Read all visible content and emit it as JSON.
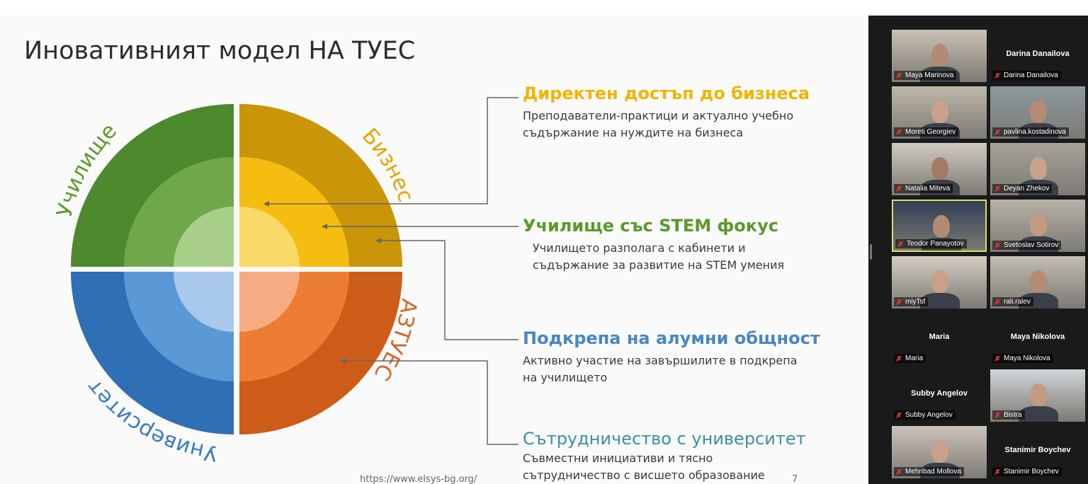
{
  "slide": {
    "title": "Иновативният модел НА ТУЕС",
    "quadrants": [
      "Училище",
      "Бизнес",
      "Университет",
      "АЗТУЕС"
    ],
    "features": [
      {
        "title": "Директен достъп до бизнеса",
        "lines": [
          "Преподаватели-практици и актуално учебно",
          "съдържание на нуждите на бизнеса"
        ],
        "color": "#f0b400"
      },
      {
        "title": "Училище със STEM фокус",
        "lines": [
          "Училището разполага с кабинети и",
          "съдържание за развитие на STEM умения"
        ],
        "color": "#5a9a2c"
      },
      {
        "title": "Подкрепа на алумни общност",
        "lines": [
          "Активно участие на завършилите в подкрепа",
          "на училището"
        ],
        "color": "#4a86c1"
      },
      {
        "title": "Сътрудничество с университет",
        "lines": [
          "Съвместни инициативи и тясно",
          "сътрудничество с висшето образование"
        ],
        "color": "#3d8fa6"
      }
    ],
    "url": "https://www.elsys-bg.org/",
    "page_number": "7",
    "colors": {
      "green": [
        "#4d8a2e",
        "#6ea84a",
        "#a9cf8a"
      ],
      "yellow": [
        "#c9960a",
        "#f5bd10",
        "#fbd968"
      ],
      "blue": [
        "#2f6fb5",
        "#5b98d6",
        "#a8c8ec"
      ],
      "orange": [
        "#cc5c18",
        "#ed7d33",
        "#f5ac83"
      ]
    }
  },
  "participants": [
    {
      "name": "Maya Marinova",
      "video": true
    },
    {
      "name": "Darina Danailova",
      "video": false,
      "display": "Darina Danailova"
    },
    {
      "name": "Moreti Georgiev",
      "video": true
    },
    {
      "name": "pavlina.kostadinova",
      "video": true
    },
    {
      "name": "Natalia Miteva",
      "video": true
    },
    {
      "name": "Deyan Zhekov",
      "video": true
    },
    {
      "name": "Teodor Panayotov",
      "video": true,
      "active": true
    },
    {
      "name": "Svetoslav Sotirov",
      "video": true
    },
    {
      "name": "miyTsf",
      "video": true
    },
    {
      "name": "rali.ralev",
      "video": true
    },
    {
      "name": "Maria",
      "video": false,
      "display": "Maria"
    },
    {
      "name": "Maya Nikolova",
      "video": false,
      "display": "Maya Nikolova"
    },
    {
      "name": "Subby Angelov",
      "video": false,
      "display": "Subby Angelov"
    },
    {
      "name": "Bistra",
      "video": true
    },
    {
      "name": "Mehribad Mollova",
      "video": true
    },
    {
      "name": "Stanimir Boychev",
      "video": false,
      "display": "Stanimir Boychev"
    }
  ]
}
